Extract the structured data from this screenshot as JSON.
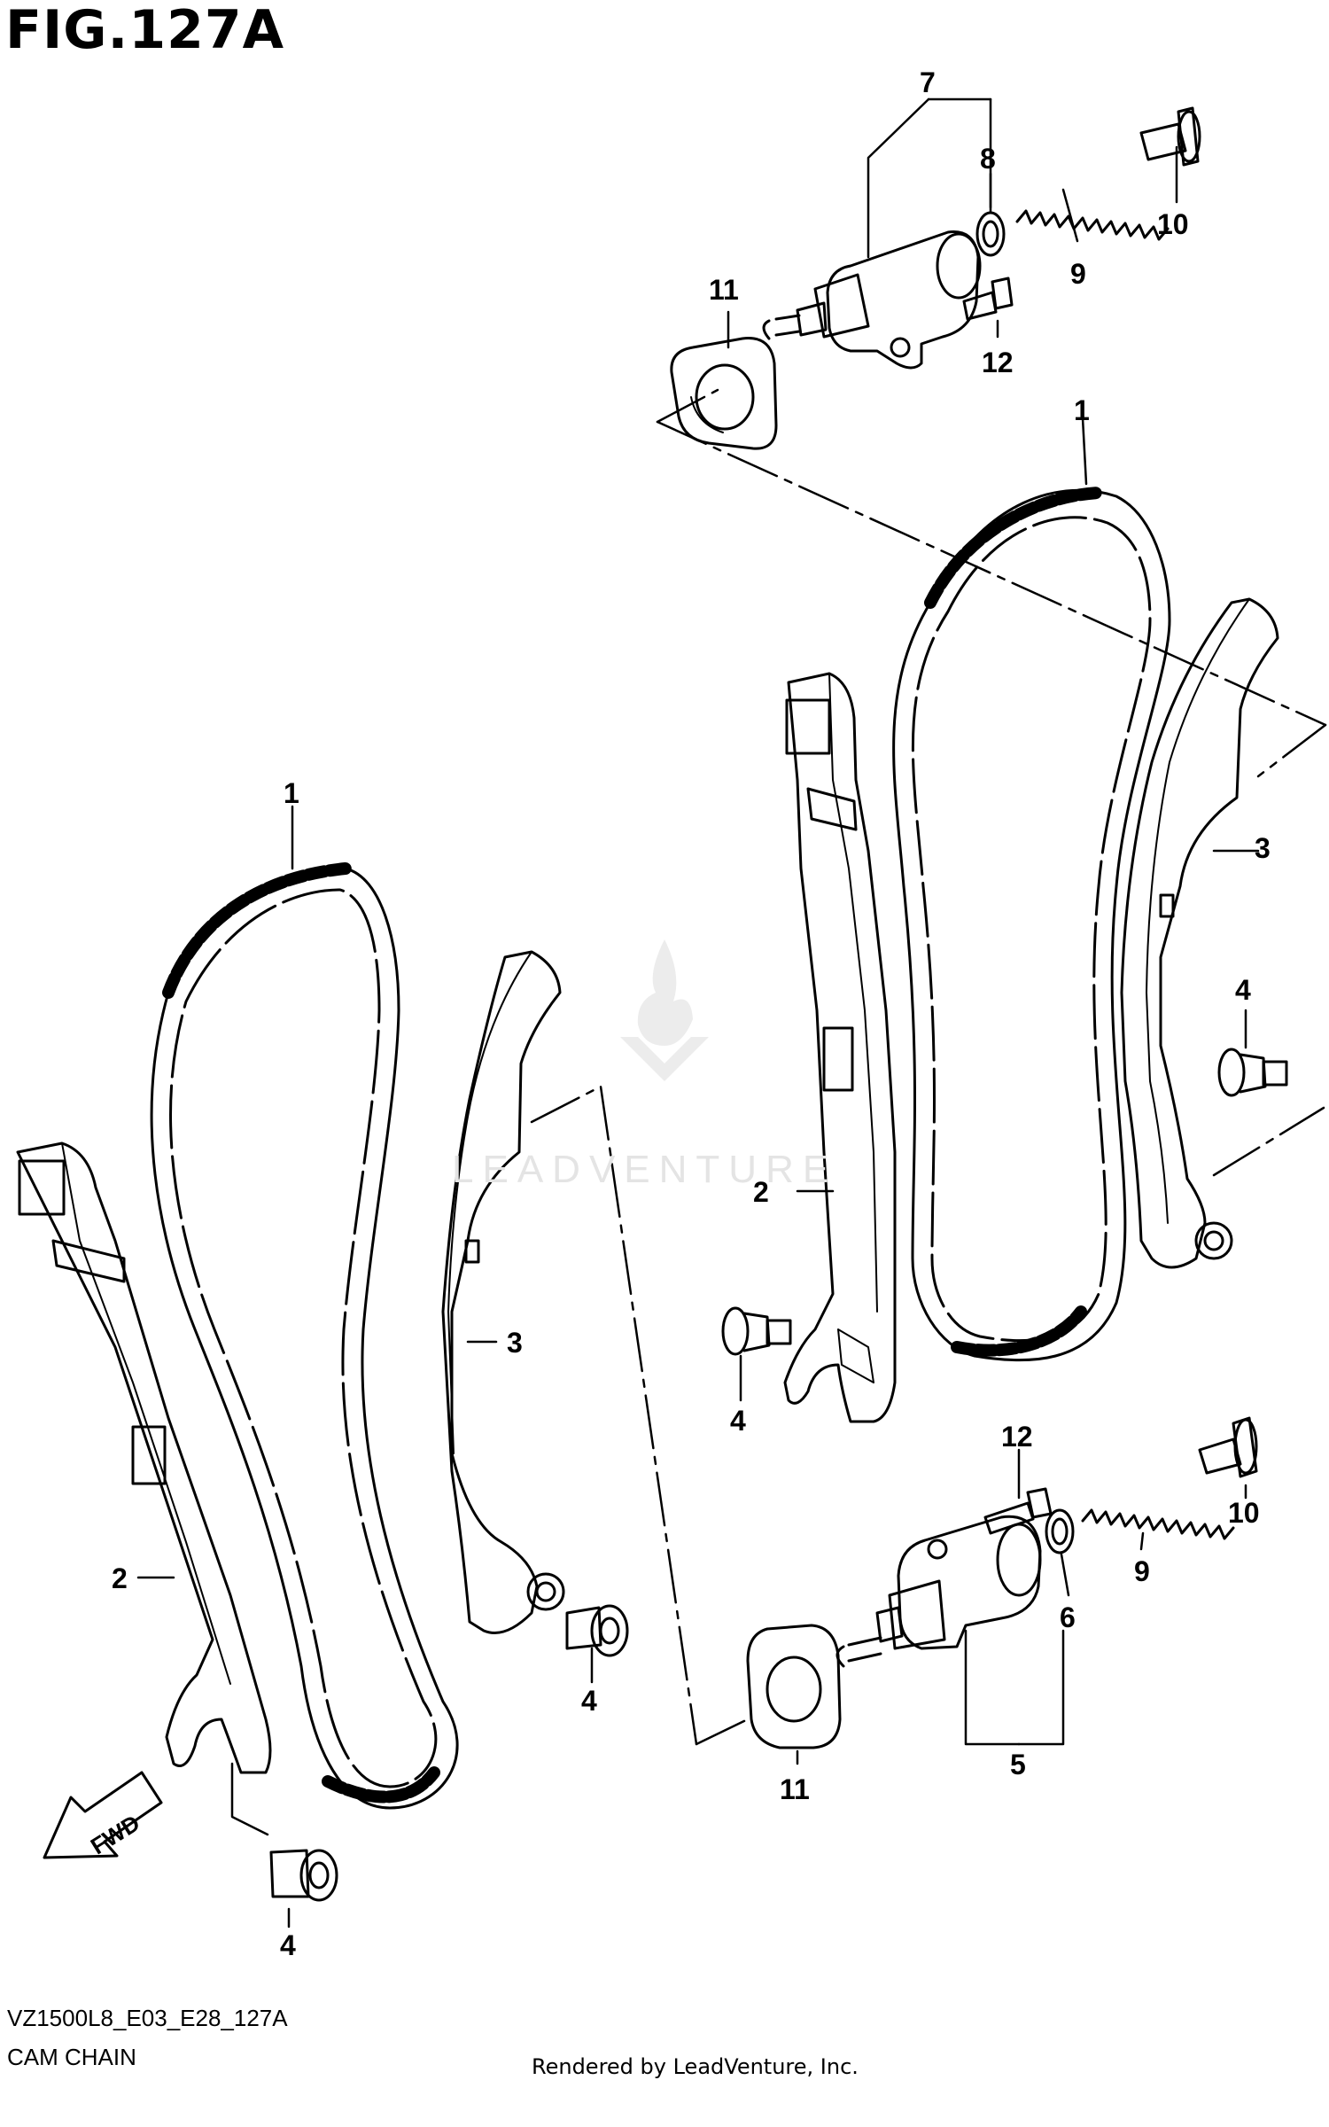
{
  "figure": {
    "title": "FIG.127A",
    "model_code": "VZ1500L8_E03_E28_127A",
    "name": "CAM CHAIN",
    "rendered_by": "Rendered by LeadVenture, Inc.",
    "watermark": "LEADVENTURE",
    "fwd_label": "FWD"
  },
  "callouts": [
    {
      "id": "c7",
      "text": "7"
    },
    {
      "id": "c8",
      "text": "8"
    },
    {
      "id": "c9a",
      "text": "9"
    },
    {
      "id": "c10a",
      "text": "10"
    },
    {
      "id": "c11a",
      "text": "11"
    },
    {
      "id": "c12a",
      "text": "12"
    },
    {
      "id": "c1a",
      "text": "1"
    },
    {
      "id": "c3a",
      "text": "3"
    },
    {
      "id": "c4a",
      "text": "4"
    },
    {
      "id": "c2a",
      "text": "2"
    },
    {
      "id": "c4b",
      "text": "4"
    },
    {
      "id": "c1b",
      "text": "1"
    },
    {
      "id": "c3b",
      "text": "3"
    },
    {
      "id": "c2b",
      "text": "2"
    },
    {
      "id": "c4c",
      "text": "4"
    },
    {
      "id": "c4d",
      "text": "4"
    },
    {
      "id": "c12b",
      "text": "12"
    },
    {
      "id": "c10b",
      "text": "10"
    },
    {
      "id": "c9b",
      "text": "9"
    },
    {
      "id": "c6",
      "text": "6"
    },
    {
      "id": "c5",
      "text": "5"
    },
    {
      "id": "c11b",
      "text": "11"
    }
  ]
}
